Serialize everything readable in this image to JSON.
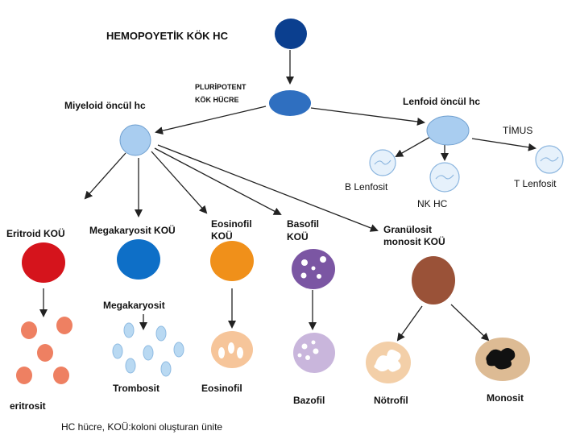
{
  "labels": {
    "stem": "HEMOPOYETİK KÖK HC",
    "pluripotent_1": "PLURİPOTENT",
    "pluripotent_2": "KÖK HÜCRE",
    "myeloid": "Miyeloid öncül hc",
    "lymphoid": "Lenfoid öncül hc",
    "thymus": "TİMUS",
    "b_cell": "B Lenfosit",
    "nk_cell": "NK HC",
    "t_cell": "T Lenfosit",
    "erythroid_kou": "Eritroid KOÜ",
    "megakaryocyte_kou": "Megakaryosit KOÜ",
    "eosinophil_kou_1": "Eosinofil",
    "eosinophil_kou_2": "KOÜ",
    "basophil_kou_1": "Basofil",
    "basophil_kou_2": "KOÜ",
    "granulocyte_kou_1": "Granülosit",
    "granulocyte_kou_2": "monosit KOÜ",
    "megakaryocyte": "Megakaryosit",
    "erythrocyte": "eritrosit",
    "thrombocyte": "Trombosit",
    "eosinophil": "Eosinofil",
    "basophil": "Bazofil",
    "neutrophil": "Nötrofil",
    "monocyte": "Monosit",
    "footnote": "HC hücre, KOÜ:koloni oluşturan ünite"
  },
  "colors": {
    "stem": "#0b3f8f",
    "pluripotent": "#2f6fc0",
    "progenitor_light": "#a9cdf0",
    "erythroid": "#d5141c",
    "megakaryocyte": "#0e6fc7",
    "eosinophil": "#f0901a",
    "basophil": "#7b56a3",
    "granulocyte": "#9a5238",
    "erythrocyte": "#ee8062",
    "platelet": "#b9d9f2",
    "eosinophil_mature": "#f6c59a",
    "basophil_mature": "#c9b6dc",
    "neutrophil": "#f3cfa8",
    "monocyte": "#ddbb94"
  }
}
